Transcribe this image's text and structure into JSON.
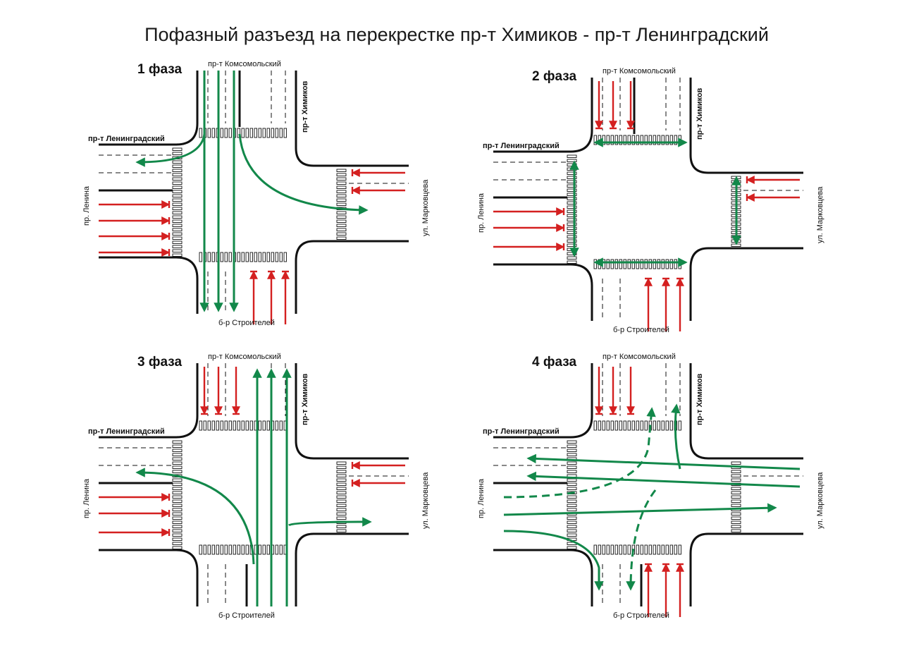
{
  "title": "Пофазный разъезд на перекрестке пр-т Химиков - пр-т Ленинградский",
  "streets": {
    "north": "пр-т Комсомольский",
    "south": "б-р Строителей",
    "west_top": "пр-т Ленинградский",
    "west_side": "пр. Ленина",
    "east_top": "пр-т Химиков",
    "east_side": "ул. Марковцева"
  },
  "phases": [
    {
      "label": "1 фаза"
    },
    {
      "label": "2 фаза"
    },
    {
      "label": "3 фаза"
    },
    {
      "label": "4 фаза"
    }
  ],
  "colors": {
    "stop": "#d42020",
    "move": "#12884a",
    "road": "#111111"
  }
}
